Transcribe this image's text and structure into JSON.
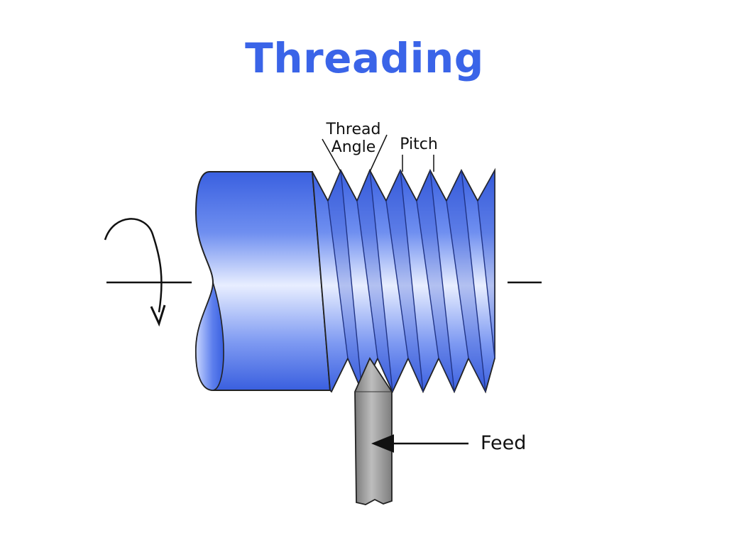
{
  "title": "Threading",
  "labels": {
    "thread_angle_line1": "Thread",
    "thread_angle_line2": "Angle",
    "pitch": "Pitch",
    "feed": "Feed"
  },
  "colors": {
    "title": "#3a64e8",
    "workpiece_dark": "#3d63e2",
    "workpiece_light": "#e6ecff",
    "tool": "#8c8c8c",
    "line": "#111111"
  }
}
